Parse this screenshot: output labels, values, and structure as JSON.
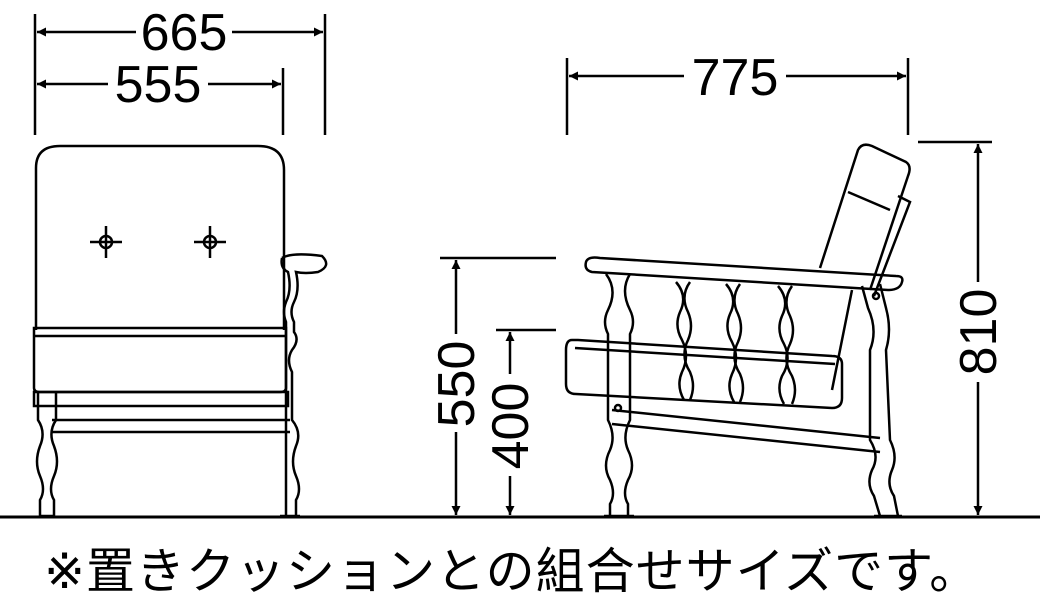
{
  "front_view": {
    "overall_width": "665",
    "seat_width": "555"
  },
  "side_view": {
    "depth": "775",
    "total_height": "810",
    "arm_height": "550",
    "seat_height": "400"
  },
  "note": "※置きクッションとの組合せサイズです。"
}
